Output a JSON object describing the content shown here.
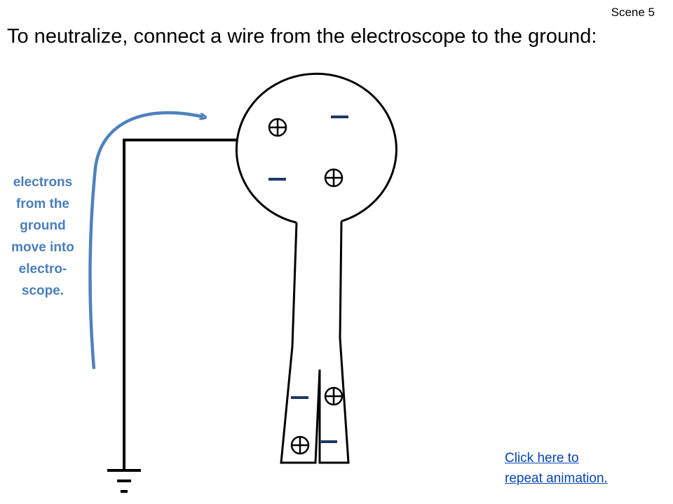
{
  "scene_label": "Scene 5",
  "title": "To neutralize, connect a wire from the electroscope to the ground:",
  "caption_lines": [
    "electrons",
    "from the",
    "ground",
    "move into",
    "electro-",
    "scope."
  ],
  "repeat_link_lines": [
    "Click here to",
    "repeat  animation."
  ],
  "colors": {
    "arrow": "#4f81bd",
    "caption": "#4a7ebb",
    "negative_charge": "#1f3864",
    "outline": "#000000",
    "link": "#0645ad"
  },
  "charges": {
    "bulb": [
      "positive",
      "negative",
      "negative",
      "positive"
    ],
    "left_leaf": [
      "negative",
      "positive"
    ],
    "right_leaf": [
      "positive",
      "negative"
    ]
  }
}
